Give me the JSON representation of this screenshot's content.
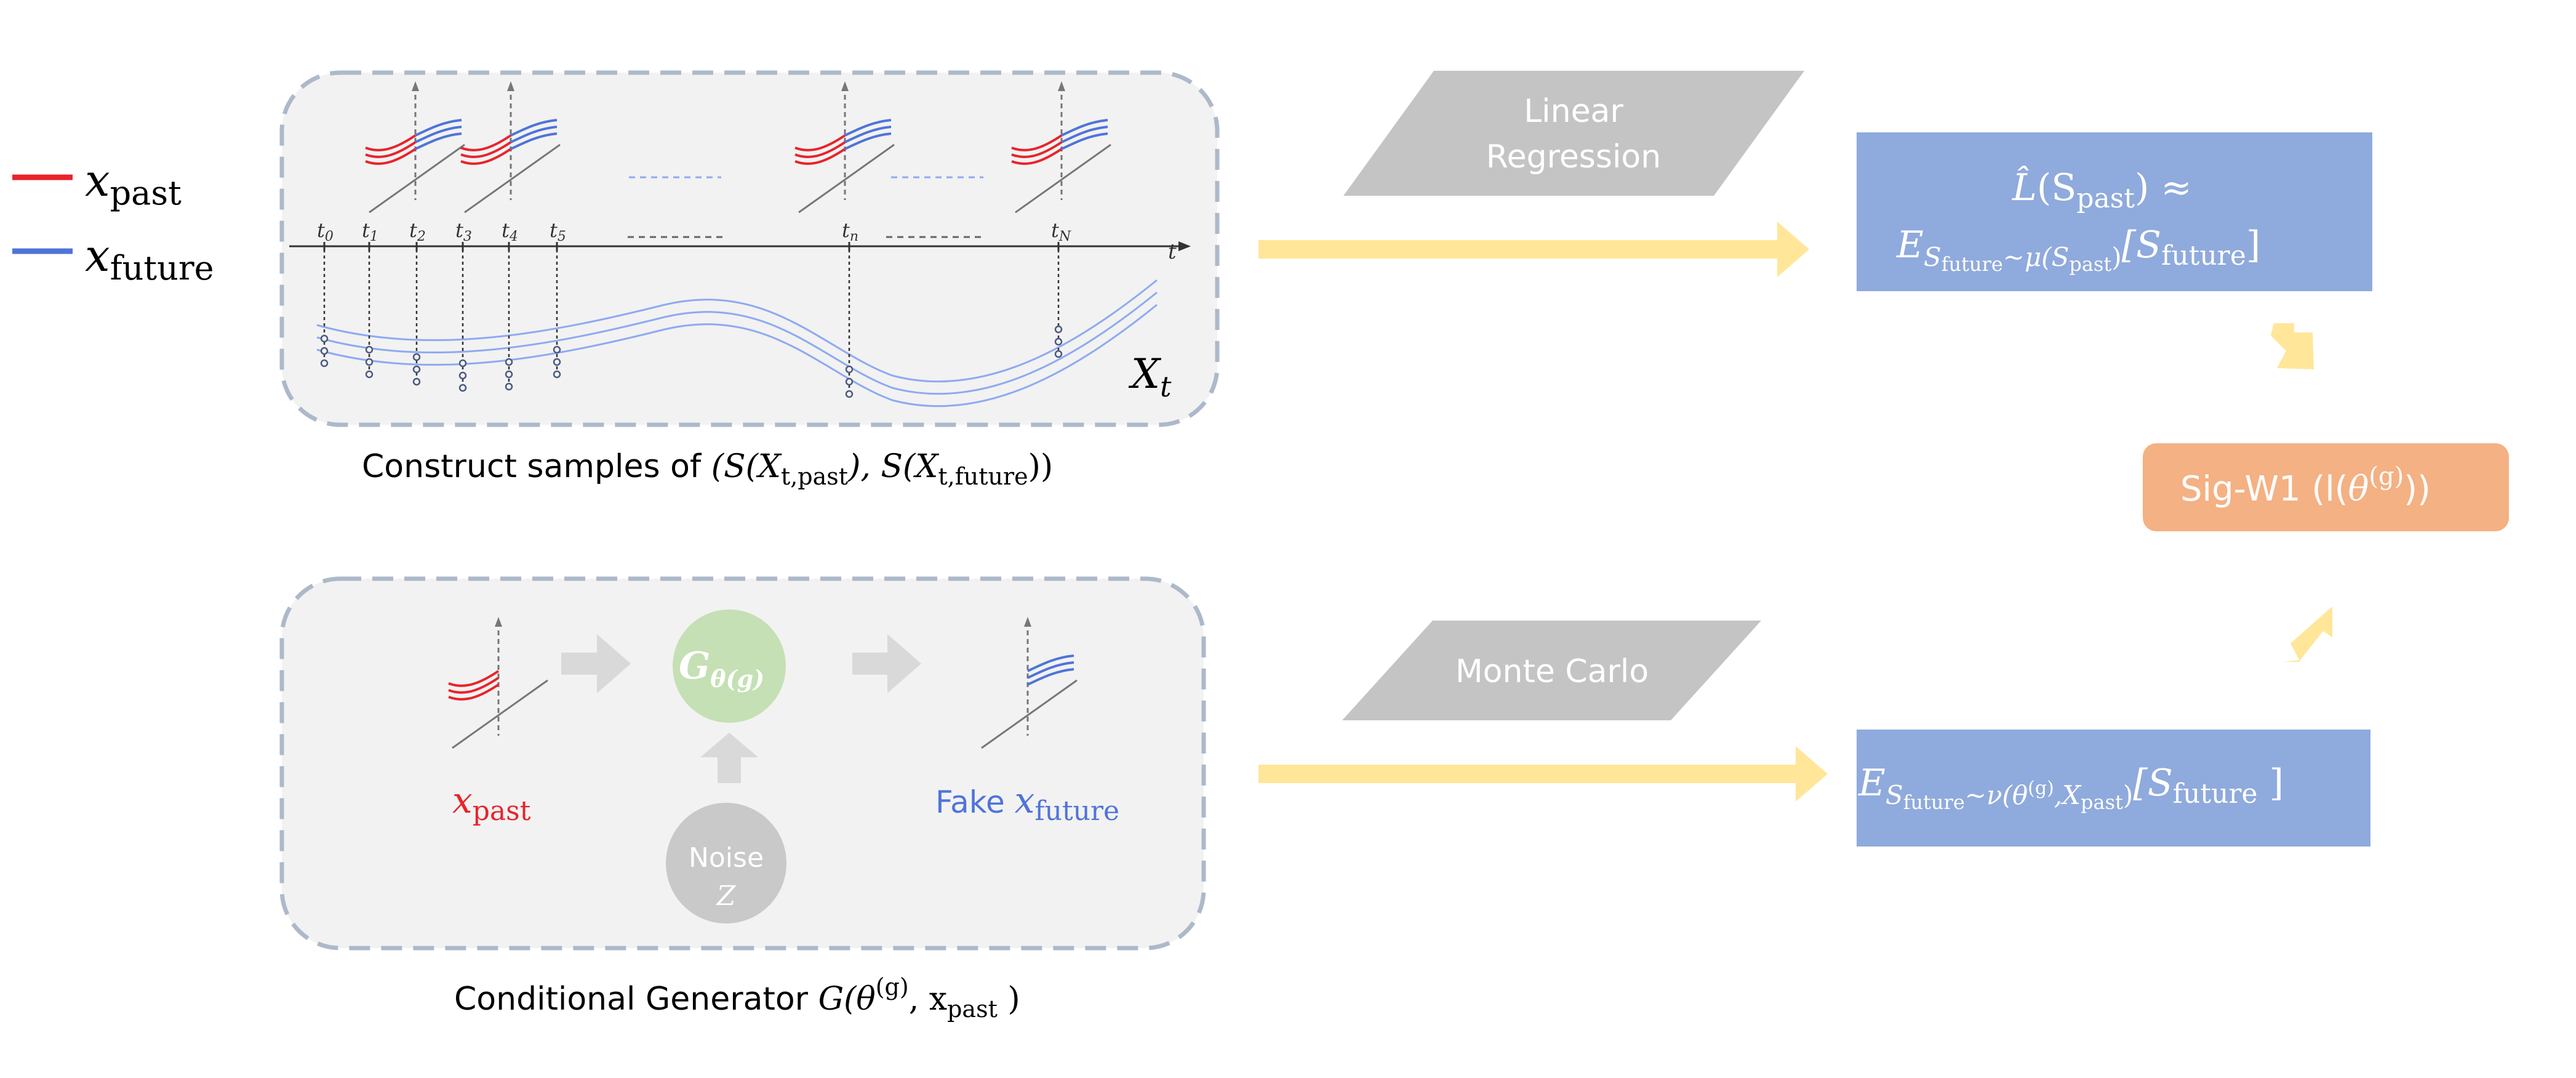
{
  "legend": {
    "past": {
      "var": "x",
      "sub": "past",
      "color": "#e8242a"
    },
    "future": {
      "var": "x",
      "sub": "future",
      "color": "#4f74d9"
    }
  },
  "top_panel": {
    "time_labels": [
      "t",
      "t",
      "t",
      "t",
      "t",
      "t",
      "t",
      "t"
    ],
    "time_subs": [
      "0",
      "1",
      "2",
      "3",
      "4",
      "5",
      "n",
      "N"
    ],
    "axis_label": "t",
    "process_label": {
      "var": "X",
      "sub": "t"
    },
    "caption": {
      "text": "Construct samples of ",
      "p1": "(S(X",
      "p1_sub": "t,past",
      "p2": "), S(X",
      "p2_sub": "t,future",
      "p3": "))"
    }
  },
  "bottom_panel": {
    "generator": {
      "var": "G",
      "sub": "θ(g)",
      "fill": "#c5e0b4"
    },
    "noise": {
      "label": "Noise",
      "var": "Z",
      "fill": "#c9c9c9"
    },
    "input_label": {
      "var": "x",
      "sub": "past"
    },
    "output_label": {
      "prefix": "Fake ",
      "var": "x",
      "sub": "future"
    },
    "caption": {
      "text": "Conditional Generator ",
      "p1": "G(θ",
      "p1_sup": "(g)",
      "p2": ", x",
      "p2_sub": "past",
      "p3": " )"
    }
  },
  "methods": {
    "regression": {
      "label_line1": "Linear",
      "label_line2": "Regression",
      "fill": "#c4c4c4"
    },
    "monte_carlo": {
      "label": "Monte Carlo",
      "fill": "#c4c4c4"
    }
  },
  "boxes": {
    "conditional_expectation": {
      "line1_var": "L̂",
      "line1_rest": "(S",
      "line1_sub": "past",
      "line1_end": ") ≈",
      "line2_main": "E",
      "line2_sub": "S",
      "line2_subsub": "future",
      "line2_sub_rest": "~μ(S",
      "line2_subsub2": "past",
      "line2_sub_end": ")",
      "line2_bracket": "[S",
      "line2_bracket_sub": "future",
      "line2_bracket_end": "]",
      "fill": "#8faadc"
    },
    "generator_expectation": {
      "main": "E",
      "sub": "S",
      "subsub": "future",
      "sub_rest": "~ν(θ",
      "sub_sup": "(g)",
      "sub_rest2": ",X",
      "subsub2": "past",
      "sub_end": ")",
      "bracket": "[S",
      "bracket_sub": "future",
      "bracket_end": " ]",
      "fill": "#8faadc"
    },
    "loss": {
      "text": "Sig-W1 (l(",
      "var": "θ",
      "sup": "(g)",
      "end": "))",
      "fill": "#f4b183"
    }
  },
  "colors": {
    "panel_fill": "#f2f2f2",
    "panel_border": "#adb9ca",
    "arrow_yellow": "#ffe699",
    "arrow_grey": "#d9d9d9",
    "curve_blue": "#8eaaf0"
  }
}
